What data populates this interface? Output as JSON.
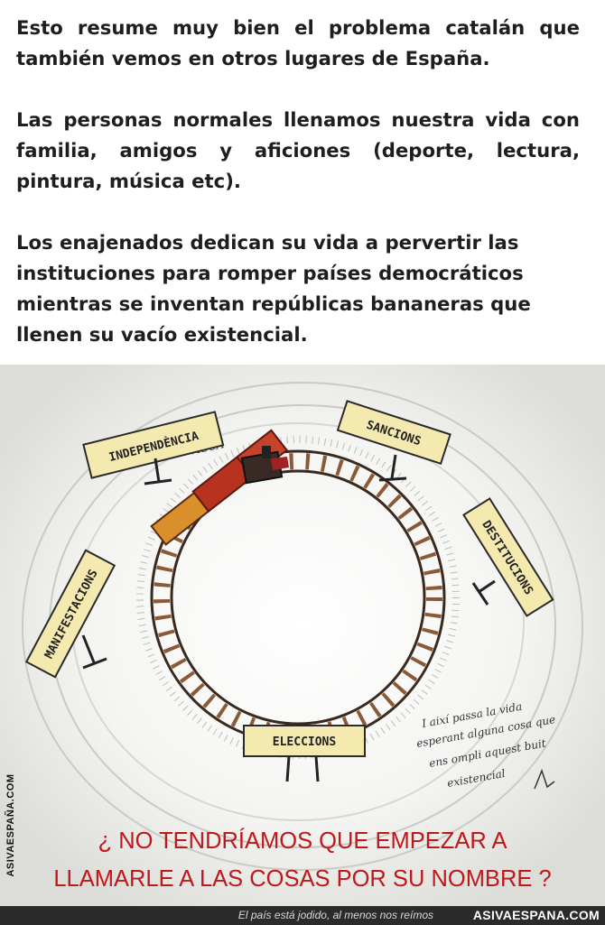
{
  "intro": {
    "p1": "Esto resume muy bien el problema catalán que también vemos en otros lugares de España.",
    "p2": "Las personas normales llenamos nuestra vida con familia, amigos y aficiones (deporte, lectura, pintura, música etc).",
    "p3": "Los enajenados dedican su vida a pervertir las instituciones para romper países democráticos mientras se inventan repúblicas bananeras que llenen su vacío existencial."
  },
  "cartoon": {
    "watermark": "ASIVAESPAÑA.COM",
    "signs": {
      "independencia": "INDEPENDÈNCIA",
      "sancions": "SANCIONS",
      "destitucions": "DESTITUCIONS",
      "manifestacions": "MANIFESTACIONS",
      "eleccions": "ELECCIONS"
    },
    "shout": "VISCA",
    "caption_lines": [
      "I així passa la vida",
      "esperant alguna cosa que",
      "ens ompli aquest buit",
      "existencial"
    ]
  },
  "question": {
    "line1": "¿ NO TENDRÍAMOS QUE EMPEZAR A",
    "line2": "LLAMARLE A LAS COSAS POR SU NOMBRE ?"
  },
  "footer": {
    "slogan": "El país está jodido, al menos nos reímos",
    "brand": "ASIVAESPANA.COM"
  }
}
